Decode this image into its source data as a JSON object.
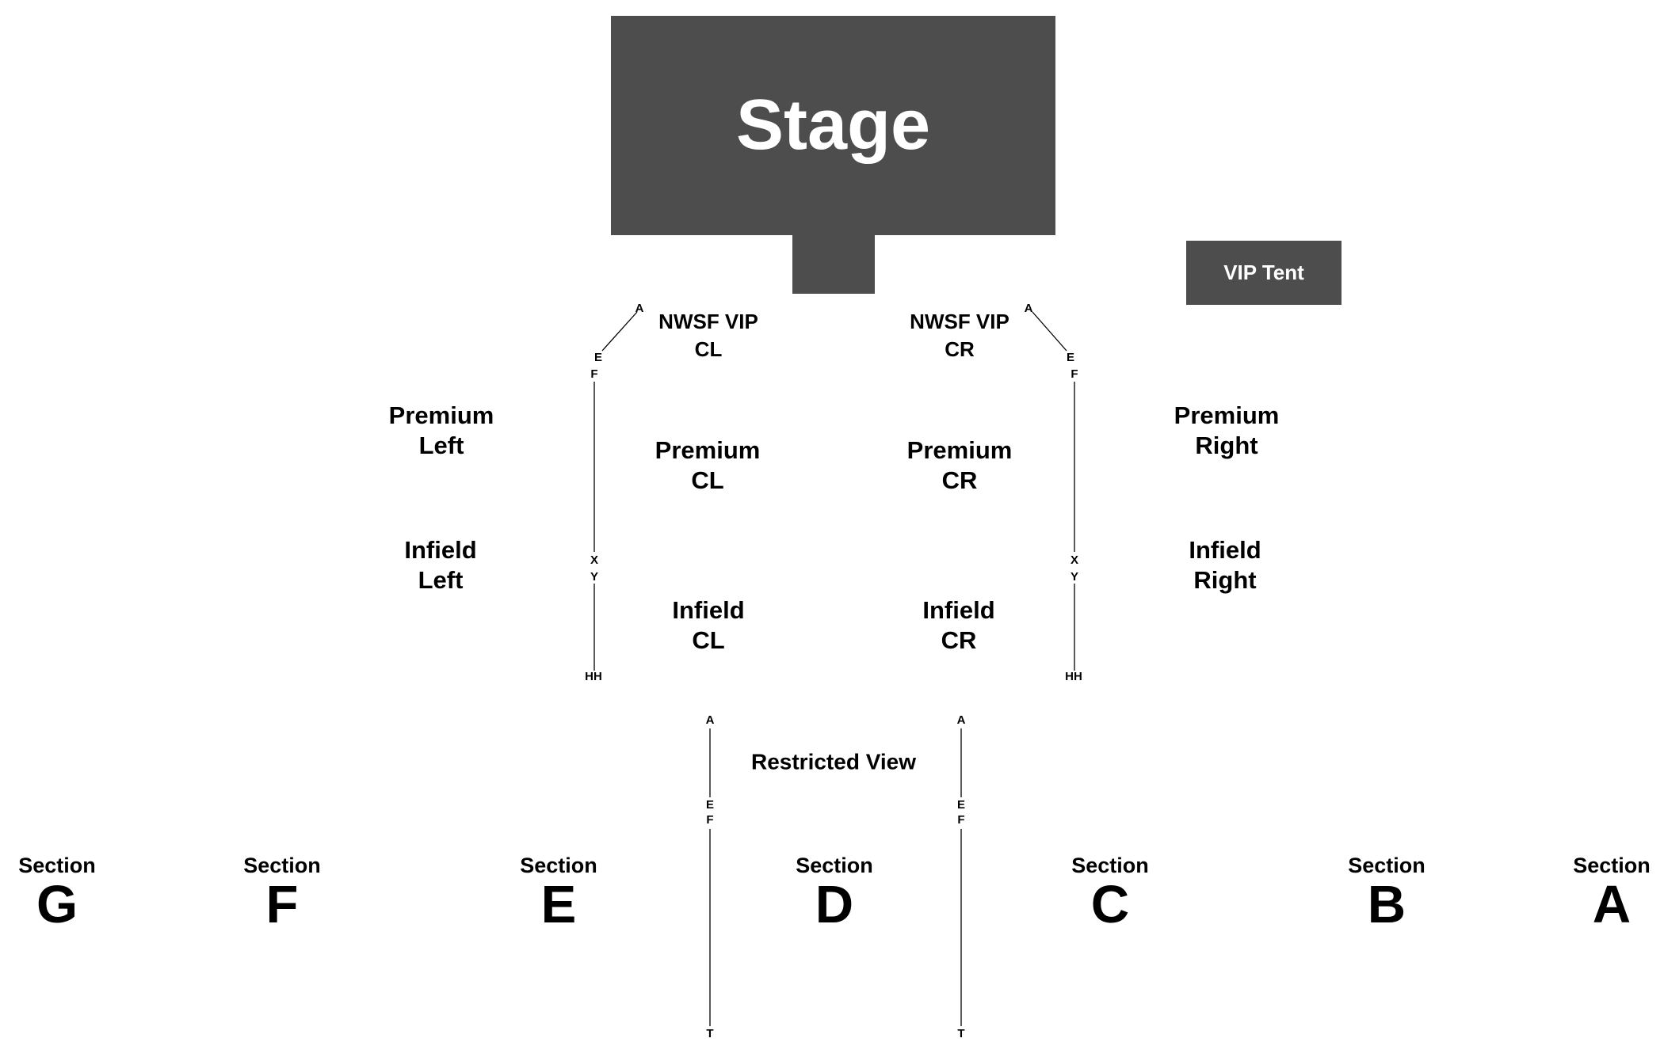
{
  "stage": {
    "label": "Stage"
  },
  "vip_tent": {
    "label": "VIP Tent"
  },
  "zones": {
    "nwsf_vip_cl": {
      "line1": "NWSF VIP",
      "line2": "CL"
    },
    "nwsf_vip_cr": {
      "line1": "NWSF VIP",
      "line2": "CR"
    },
    "premium_left": {
      "line1": "Premium",
      "line2": "Left"
    },
    "premium_right": {
      "line1": "Premium",
      "line2": "Right"
    },
    "premium_cl": {
      "line1": "Premium",
      "line2": "CL"
    },
    "premium_cr": {
      "line1": "Premium",
      "line2": "CR"
    },
    "infield_left": {
      "line1": "Infield",
      "line2": "Left"
    },
    "infield_right": {
      "line1": "Infield",
      "line2": "Right"
    },
    "infield_cl": {
      "line1": "Infield",
      "line2": "CL"
    },
    "infield_cr": {
      "line1": "Infield",
      "line2": "CR"
    },
    "restricted_view": {
      "label": "Restricted View"
    }
  },
  "row_markers": {
    "left_aisle": [
      "A",
      "E",
      "F",
      "X",
      "Y",
      "HH"
    ],
    "right_aisle": [
      "A",
      "E",
      "F",
      "X",
      "Y",
      "HH"
    ],
    "lower_left": [
      "A",
      "E",
      "F",
      "T"
    ],
    "lower_right": [
      "A",
      "E",
      "F",
      "T"
    ]
  },
  "sections": [
    {
      "word": "Section",
      "letter": "G"
    },
    {
      "word": "Section",
      "letter": "F"
    },
    {
      "word": "Section",
      "letter": "E"
    },
    {
      "word": "Section",
      "letter": "D"
    },
    {
      "word": "Section",
      "letter": "C"
    },
    {
      "word": "Section",
      "letter": "B"
    },
    {
      "word": "Section",
      "letter": "A"
    }
  ],
  "colors": {
    "block_fill": "#4d4d4d",
    "block_text": "#ffffff",
    "text": "#000000",
    "line": "#000000"
  }
}
